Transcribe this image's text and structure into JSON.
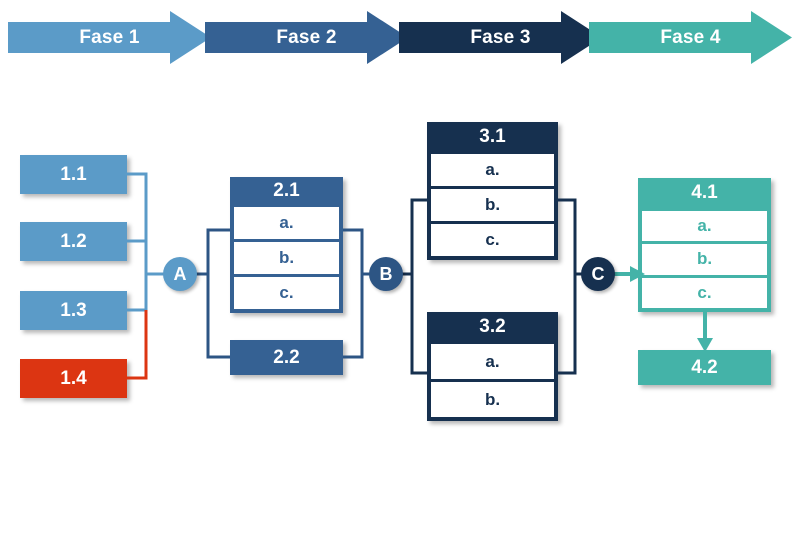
{
  "colors": {
    "phase1": "#5B9BC8",
    "phase2": "#356193",
    "phase3": "#16304F",
    "phase4": "#44B3A8",
    "lightblue": "#5B9BC8",
    "midblue": "#356193",
    "navy": "#16304F",
    "teal": "#44B3A8",
    "red": "#DC3512",
    "white": "#FFFFFF"
  },
  "phases": [
    {
      "label": "Fase 1",
      "color": "#5B9BC8"
    },
    {
      "label": "Fase 2",
      "color": "#356193"
    },
    {
      "label": "Fase 3",
      "color": "#16304F"
    },
    {
      "label": "Fase 4",
      "color": "#44B3A8"
    }
  ],
  "column1": {
    "items": [
      {
        "label": "1.1",
        "color": "#5B9BC8"
      },
      {
        "label": "1.2",
        "color": "#5B9BC8"
      },
      {
        "label": "1.3",
        "color": "#5B9BC8"
      },
      {
        "label": "1.4",
        "color": "#DC3512"
      }
    ]
  },
  "column2": {
    "card": {
      "title": "2.1",
      "rows": [
        "a.",
        "b.",
        "c."
      ],
      "color": "#356193"
    },
    "box": {
      "label": "2.2",
      "color": "#356193"
    }
  },
  "column3": {
    "card1": {
      "title": "3.1",
      "rows": [
        "a.",
        "b.",
        "c."
      ],
      "color": "#16304F"
    },
    "card2": {
      "title": "3.2",
      "rows": [
        "a.",
        "b."
      ],
      "color": "#16304F"
    }
  },
  "column4": {
    "card": {
      "title": "4.1",
      "rows": [
        "a.",
        "b.",
        "c."
      ],
      "color": "#44B3A8"
    },
    "box": {
      "label": "4.2",
      "color": "#44B3A8"
    }
  },
  "nodes": [
    {
      "label": "A",
      "color": "#5B9BC8"
    },
    {
      "label": "B",
      "color": "#2D5584"
    },
    {
      "label": "C",
      "color": "#16304F"
    }
  ]
}
